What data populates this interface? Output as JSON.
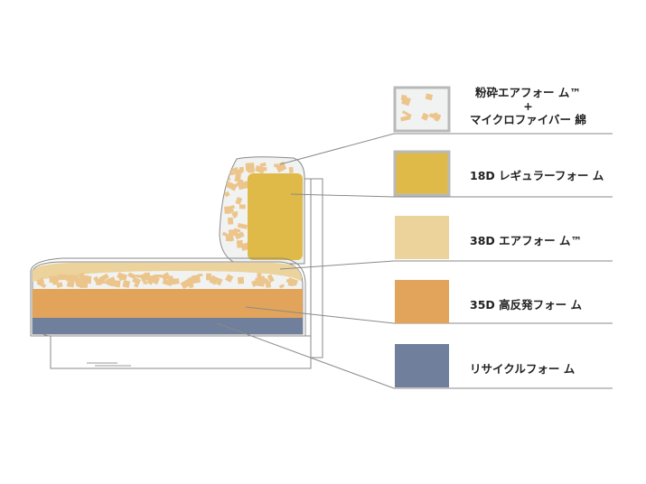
{
  "colors": {
    "outline": "#7f7f7f",
    "chip_fill": "#e8e8e8",
    "fiber_bg": "#f1f3f2",
    "chip": "#ecc58d",
    "regular_foam": "#dfba49",
    "air_foam_38d": "#ecd39c",
    "high_resilience_35d": "#e2a45b",
    "recycle_foam": "#6f7f9c"
  },
  "legend": [
    {
      "id": "chip-fiber",
      "lines": [
        "粉砕エアフォー ム™",
        "+",
        "マイクロファイバー 綿"
      ],
      "swatch": "chips"
    },
    {
      "id": "regular-18d",
      "lines": [
        "18D レギュラーフォー ム"
      ],
      "swatch": "regular_foam"
    },
    {
      "id": "air-38d",
      "lines": [
        "38D エアフォー ム™"
      ],
      "swatch": "air_foam_38d"
    },
    {
      "id": "hr-35d",
      "lines": [
        "35D 高反発フォー ム"
      ],
      "swatch": "high_resilience_35d"
    },
    {
      "id": "recycle",
      "lines": [
        "リサイクルフォー ム"
      ],
      "swatch": "recycle_foam"
    }
  ]
}
